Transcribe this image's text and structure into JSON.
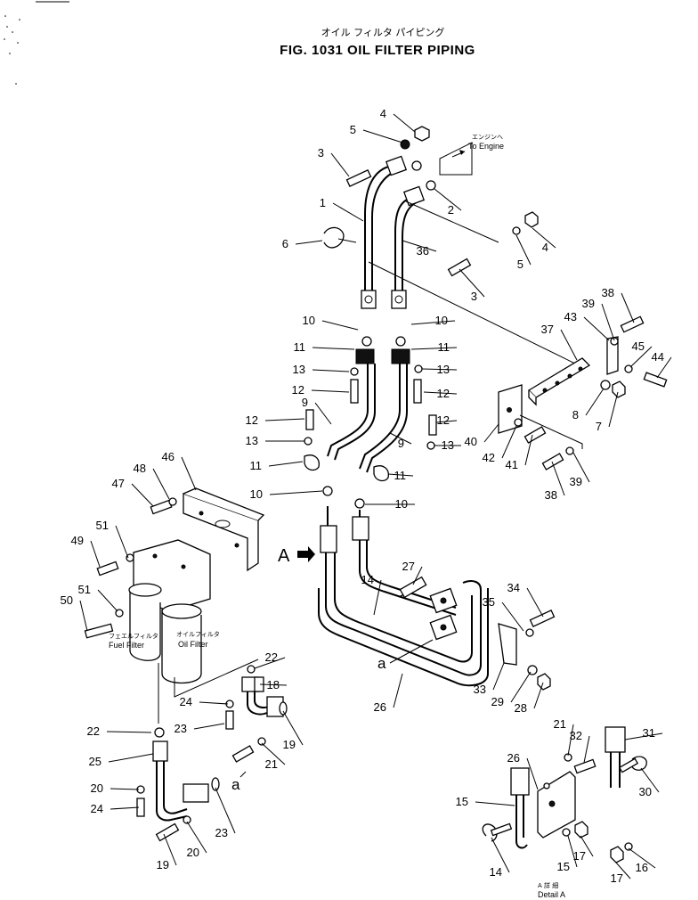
{
  "title_jp": "オイル フィルタ パイピング",
  "title": "FIG. 1031  OIL  FILTER  PIPING",
  "engine_note_jp": "エンジンへ",
  "engine_note": "To Engine",
  "fuel_filter_jp": "フェエルフィルタ",
  "fuel_filter": "Fuel  Filter",
  "oil_filter_jp": "オイルフィルタ",
  "oil_filter": "Oil  Filter",
  "view_marker": "A",
  "section_marker": "a",
  "detail_jp": "A 詳 細",
  "detail": "Detail A",
  "callouts": [
    "1",
    "2",
    "3",
    "3",
    "4",
    "4",
    "5",
    "5",
    "6",
    "36",
    "10",
    "10",
    "11",
    "11",
    "13",
    "13",
    "12",
    "12",
    "12",
    "12",
    "13",
    "13",
    "9",
    "9",
    "11",
    "11",
    "10",
    "10",
    "37",
    "43",
    "39",
    "38",
    "45",
    "44",
    "8",
    "7",
    "40",
    "42",
    "41",
    "38",
    "39",
    "46",
    "48",
    "47",
    "51",
    "49",
    "51",
    "50",
    "27",
    "14",
    "34",
    "35",
    "22",
    "18",
    "24",
    "23",
    "19",
    "33",
    "29",
    "28",
    "26",
    "22",
    "25",
    "21",
    "20",
    "24",
    "23",
    "19",
    "20",
    "21",
    "32",
    "31",
    "26",
    "30",
    "15",
    "14",
    "15",
    "17",
    "16",
    "17",
    "16"
  ]
}
